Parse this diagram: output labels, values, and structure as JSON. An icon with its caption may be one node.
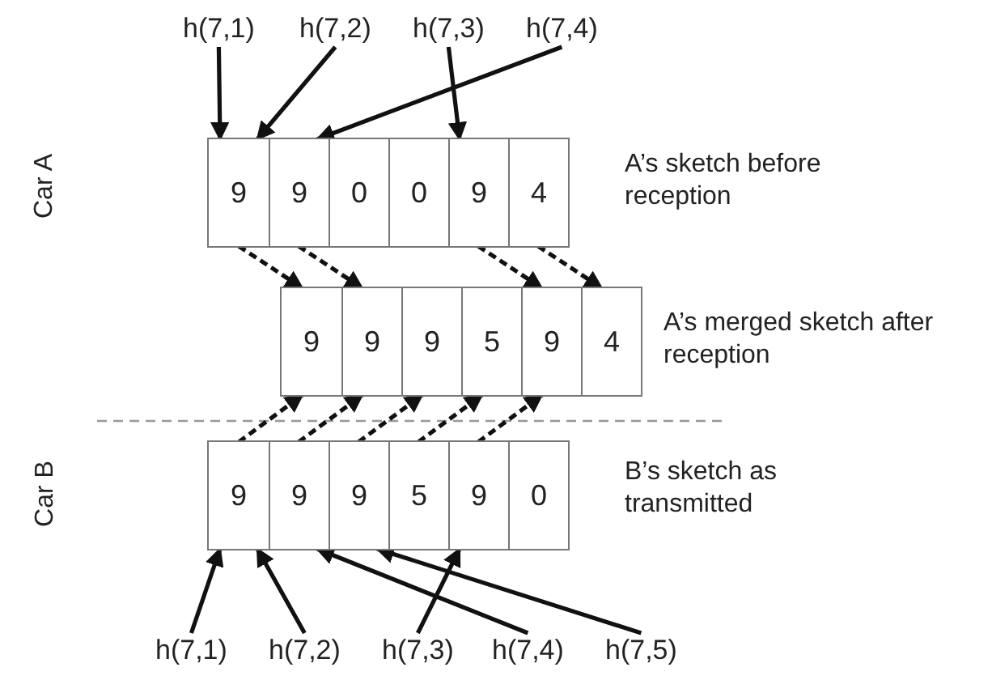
{
  "diagram": {
    "nodes": [
      {
        "text": [
          "h(7,1)"
        ]
      },
      {
        "text": [
          "h(7,2)"
        ]
      },
      {
        "text": [
          "h(7,3)"
        ]
      },
      {
        "text": [
          "h(7,4)"
        ]
      },
      {
        "text": [],
        "shape": "box",
        "beside": [
          "A’s sketch before reception"
        ]
      },
      {
        "text": [
          "9"
        ],
        "in": 4
      },
      {
        "text": [
          "9"
        ],
        "in": 4
      },
      {
        "text": [
          "0"
        ],
        "in": 4
      },
      {
        "text": [
          "0"
        ],
        "in": 4
      },
      {
        "text": [
          "9"
        ],
        "in": 4
      },
      {
        "text": [
          "4"
        ],
        "in": 4
      },
      {
        "text": [],
        "shape": "box",
        "beside": [
          "A’s merged sketch after reception"
        ]
      },
      {
        "text": [
          "9"
        ],
        "in": 11
      },
      {
        "text": [
          "9"
        ],
        "in": 11
      },
      {
        "text": [
          "9"
        ],
        "in": 11
      },
      {
        "text": [
          "5"
        ],
        "in": 11
      },
      {
        "text": [
          "9"
        ],
        "in": 11
      },
      {
        "text": [
          "4"
        ],
        "in": 11
      },
      {
        "text": [],
        "shape": "box",
        "beside": [
          "B’s sketch as transmitted"
        ]
      },
      {
        "text": [
          "9"
        ],
        "in": 18
      },
      {
        "text": [
          "9"
        ],
        "in": 18
      },
      {
        "text": [
          "9"
        ],
        "in": 18
      },
      {
        "text": [
          "5"
        ],
        "in": 18
      },
      {
        "text": [
          "9"
        ],
        "in": 18
      },
      {
        "text": [
          "0"
        ],
        "in": 18
      },
      {
        "text": [
          "h(7,1)"
        ]
      },
      {
        "text": [
          "h(7,2)"
        ]
      },
      {
        "text": [
          "h(7,3)"
        ]
      },
      {
        "text": [
          "h(7,4)"
        ]
      },
      {
        "text": [
          "h(7,5)"
        ]
      }
    ],
    "edges": [
      {
        "from": 0,
        "to": 5,
        "arrow": "to"
      },
      {
        "from": 1,
        "to": 5,
        "arrow": "to"
      },
      {
        "from": 2,
        "to": 9,
        "arrow": "to"
      },
      {
        "from": 3,
        "to": 6,
        "arrow": "to"
      },
      {
        "from": 5,
        "to": 12,
        "arrow": "to",
        "style": "dashed"
      },
      {
        "from": 6,
        "to": 13,
        "arrow": "to",
        "style": "dashed"
      },
      {
        "from": 9,
        "to": 16,
        "arrow": "to",
        "style": "dashed"
      },
      {
        "from": 10,
        "to": 17,
        "arrow": "to",
        "style": "dashed"
      },
      {
        "from": 19,
        "to": 12,
        "arrow": "to",
        "style": "dashed"
      },
      {
        "from": 20,
        "to": 13,
        "arrow": "to",
        "style": "dashed"
      },
      {
        "from": 21,
        "to": 14,
        "arrow": "to",
        "style": "dashed"
      },
      {
        "from": 22,
        "to": 15,
        "arrow": "to",
        "style": "dashed"
      },
      {
        "from": 23,
        "to": 16,
        "arrow": "to",
        "style": "dashed"
      },
      {
        "from": 25,
        "to": 19,
        "arrow": "to"
      },
      {
        "from": 26,
        "to": 19,
        "arrow": "to"
      },
      {
        "from": 27,
        "to": 23,
        "arrow": "to"
      },
      {
        "from": 28,
        "to": 20,
        "arrow": "to"
      },
      {
        "from": 29,
        "to": 21,
        "arrow": "to"
      }
    ],
    "labels": [
      "Car A",
      "Car B"
    ]
  }
}
